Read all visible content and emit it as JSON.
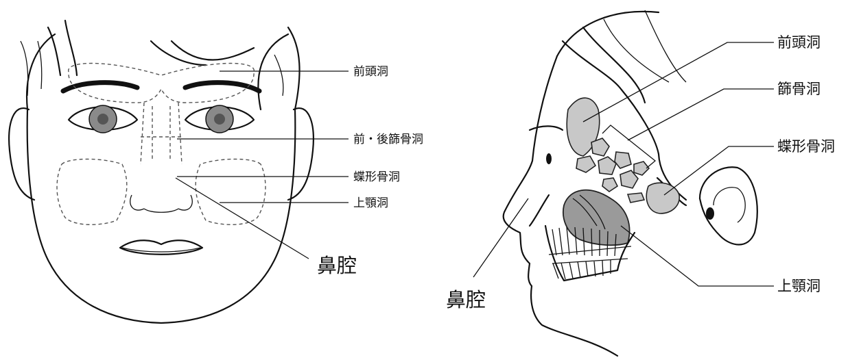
{
  "front_view": {
    "labels": {
      "frontal": "前頭洞",
      "ethmoid": "前・後篩骨洞",
      "sphenoid": "蝶形骨洞",
      "maxillary": "上顎洞",
      "nasal_cavity": "鼻腔"
    }
  },
  "side_view": {
    "labels": {
      "frontal": "前頭洞",
      "ethmoid": "篩骨洞",
      "sphenoid": "蝶形骨洞",
      "maxillary": "上顎洞",
      "nasal_cavity": "鼻腔"
    }
  },
  "colors": {
    "line": "#111111",
    "sinus_fill": "#c8c8c8",
    "iris": "#8a8a8a",
    "pupil": "#555555"
  }
}
